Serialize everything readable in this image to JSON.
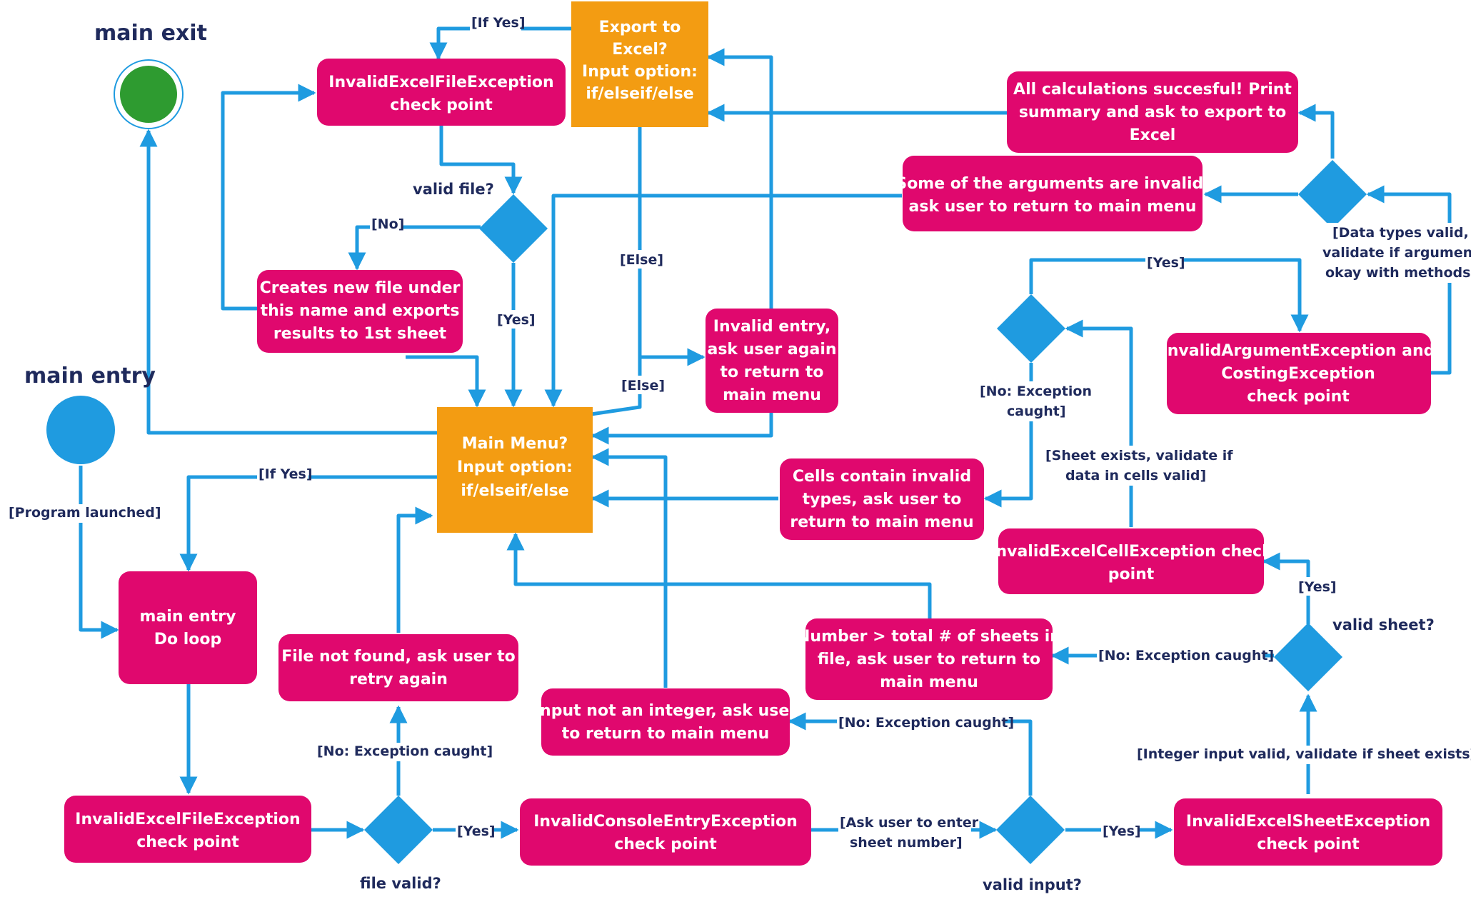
{
  "colors": {
    "activity": "#E0086E",
    "menu": "#F39C12",
    "decision": "#1F9BE0",
    "line": "#1F9BE0",
    "text_dark": "#1F2A5C",
    "exit_fill": "#2E9B30",
    "entry_fill": "#1F9BE0"
  },
  "titles": {
    "main_exit": "main exit",
    "main_entry": "main entry"
  },
  "nodes": {
    "export_excel": [
      "Export to",
      "Excel?",
      "Input option:",
      "if/elseif/else"
    ],
    "main_menu": [
      "Main Menu?",
      "Input option:",
      "if/elseif/else"
    ],
    "invalid_excel_file_top": [
      "InvalidExcelFileException",
      "check point"
    ],
    "creates_new_file": [
      "Creates new file under",
      "this name and exports",
      "results to 1st sheet"
    ],
    "invalid_entry": [
      "Invalid entry,",
      "ask user again",
      "to return to",
      "main menu"
    ],
    "all_calcs_success": [
      "All calculations succesful! Print",
      "summary and ask to export to",
      "Excel"
    ],
    "some_args_invalid": [
      "Some of the arguments are invalid,",
      "ask user to return to main menu"
    ],
    "invalid_argument_check": [
      "InvalidArgumentException  and",
      "CostingException",
      "check point"
    ],
    "cells_invalid": [
      "Cells contain invalid",
      "types, ask user to",
      "return to main menu"
    ],
    "invalid_cell_check": [
      "InvalidExcelCellException check",
      "point"
    ],
    "number_gt_sheets": [
      "Number > total # of sheets in",
      "file, ask user to return to",
      "main menu"
    ],
    "main_entry_loop": [
      "main entry",
      "Do loop"
    ],
    "file_not_found": [
      "File not found, ask user to",
      "retry again"
    ],
    "input_not_integer": [
      "Input not an integer, ask user",
      "to return to main menu"
    ],
    "invalid_excel_file_bottom": [
      "InvalidExcelFileException",
      "check point"
    ],
    "invalid_console_check": [
      "InvalidConsoleEntryException",
      "check point"
    ],
    "invalid_sheet_check": [
      "InvalidExcelSheetException",
      "check point"
    ]
  },
  "decisions": {
    "valid_file": "valid file?",
    "file_valid": "file valid?",
    "valid_input": "valid input?",
    "valid_sheet": "valid sheet?"
  },
  "edge_labels": {
    "if_yes_top": "[If Yes]",
    "no": "[No]",
    "yes_valid_file": "[Yes]",
    "else_1": "[Else]",
    "else_2": "[Else]",
    "if_yes_left": "[If Yes]",
    "program_launched": "[Program launched]",
    "no_exception_file": "[No: Exception caught]",
    "yes_file_valid": "[Yes]",
    "ask_sheet_1": "[Ask user to enter",
    "ask_sheet_2": "sheet number]",
    "no_exception_input": "[No: Exception caught]",
    "yes_input": "[Yes]",
    "integer_valid": "[Integer input valid, validate if sheet exists]",
    "no_exception_sheet": "[No: Exception caught]",
    "yes_sheet": "[Yes]",
    "sheet_exists_1": "[Sheet exists, validate if",
    "sheet_exists_2": "data in cells valid]",
    "no_exception_cells_1": "[No: Exception",
    "no_exception_cells_2": "caught]",
    "yes_cells": "[Yes]",
    "data_types_1": "[Data types valid,",
    "data_types_2": "validate if argument",
    "data_types_3": "okay with methods]"
  }
}
